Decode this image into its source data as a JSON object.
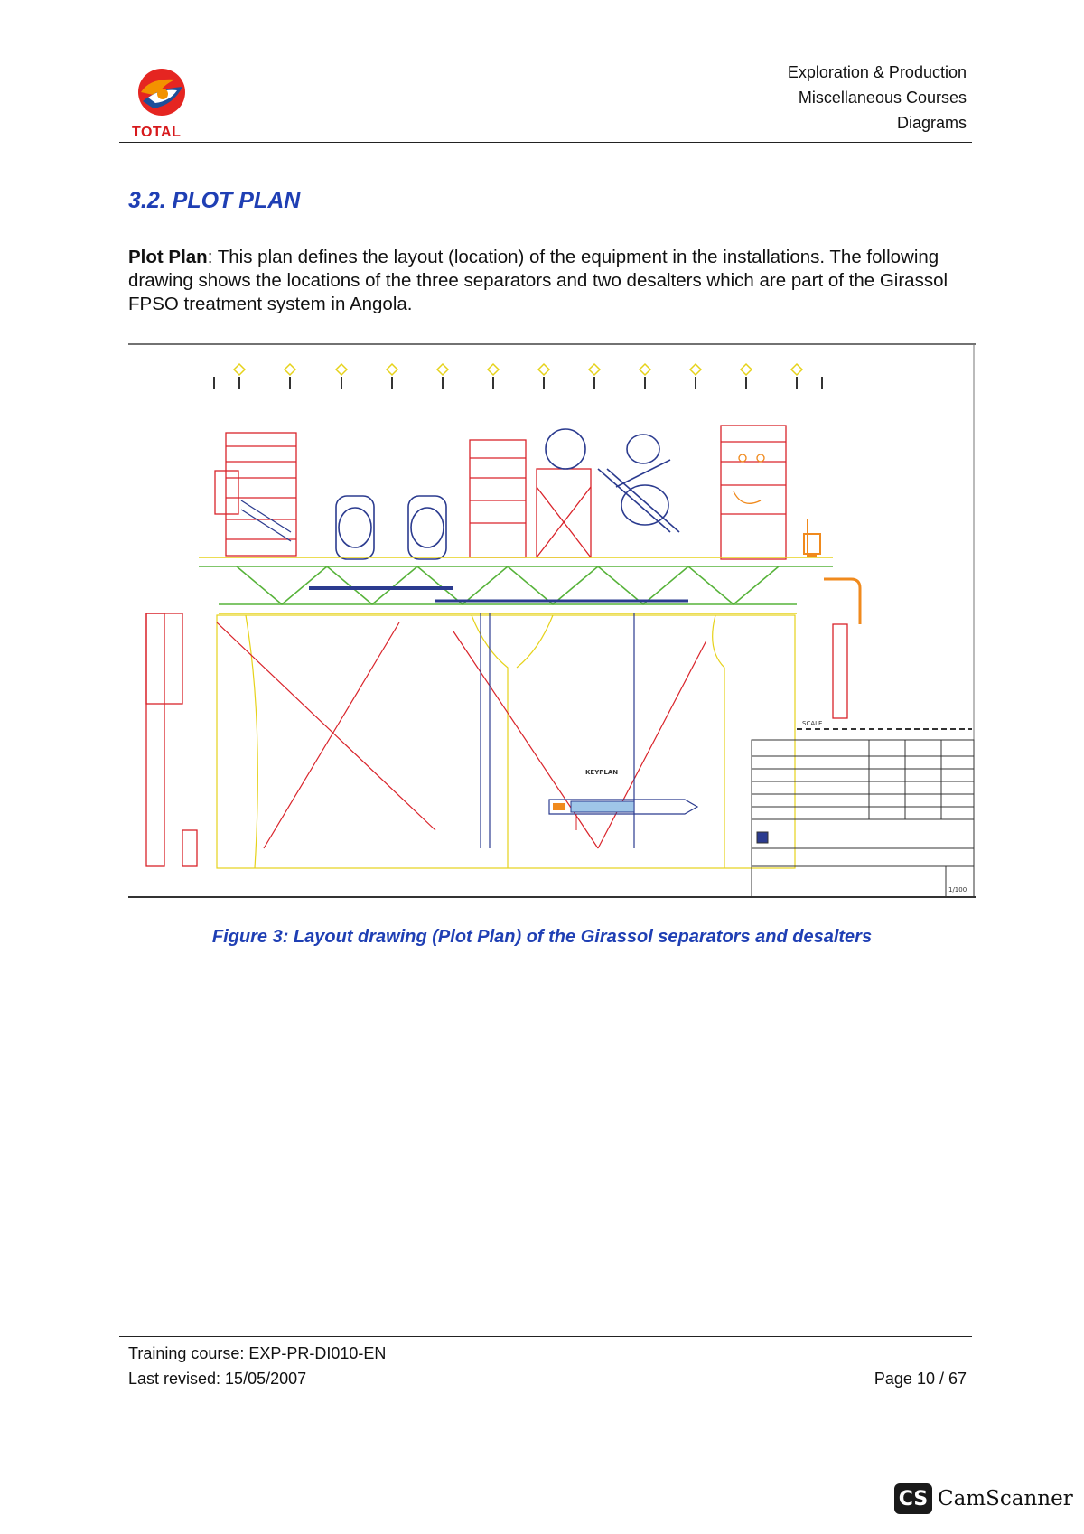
{
  "header": {
    "logo_text": "TOTAL",
    "lines": [
      "Exploration & Production",
      "Miscellaneous Courses",
      "Diagrams"
    ]
  },
  "section_title": "3.2. PLOT PLAN",
  "intro": {
    "term": "Plot Plan",
    "text": ": This plan defines the layout (location) of the equipment in the installations. The following drawing shows the locations of the three separators and two desalters which are part of the Girassol FPSO treatment system in Angola."
  },
  "figure": {
    "caption": "Figure 3: Layout drawing (Plot Plan) of the Girassol separators and desalters",
    "keyplan_label": "KEYPLAN",
    "scale_label": "SCALE",
    "scale_value": "1/100",
    "colors": {
      "frame": "#6b6b6b",
      "structure_red": "#d9232a",
      "steel_yellow": "#e6d21a",
      "piping_green": "#57b33a",
      "equipment_blue": "#2b3b8f",
      "orange": "#f08a1d"
    }
  },
  "footer": {
    "course": "Training course: EXP-PR-DI010-EN",
    "revised": "Last revised: 15/05/2007",
    "page": "Page 10 / 67"
  },
  "watermark": {
    "badge": "CS",
    "name": "CamScanner"
  }
}
